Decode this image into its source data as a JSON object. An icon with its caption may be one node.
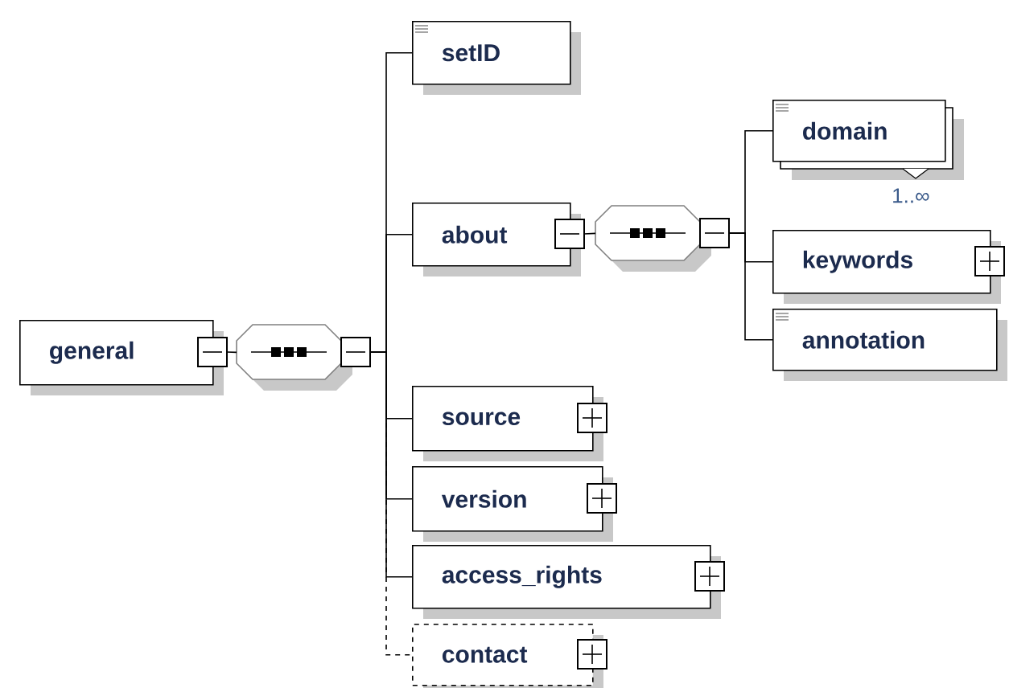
{
  "diagram": {
    "nodes": [
      {
        "text": [
          "general"
        ]
      },
      {
        "text": [],
        "shape": "octagon"
      },
      {
        "text": [
          "setID"
        ]
      },
      {
        "text": [
          "about"
        ]
      },
      {
        "text": [],
        "shape": "octagon"
      },
      {
        "text": [
          "domain"
        ],
        "beside": [
          "1..∞"
        ]
      },
      {
        "text": [
          "keywords"
        ]
      },
      {
        "text": [
          "annotation"
        ]
      },
      {
        "text": [
          "source"
        ]
      },
      {
        "text": [
          "version"
        ]
      },
      {
        "text": [
          "access_rights"
        ]
      },
      {
        "text": [
          "contact"
        ]
      }
    ],
    "edges": [
      {
        "from": 0,
        "to": 1,
        "arrow": "none"
      },
      {
        "from": 1,
        "to": 2,
        "arrow": "none"
      },
      {
        "from": 1,
        "to": 3,
        "arrow": "none"
      },
      {
        "from": 1,
        "to": 8,
        "arrow": "none"
      },
      {
        "from": 1,
        "to": 9,
        "arrow": "none"
      },
      {
        "from": 1,
        "to": 10,
        "arrow": "none"
      },
      {
        "from": 1,
        "to": 11,
        "arrow": "none",
        "style": "dashed"
      },
      {
        "from": 3,
        "to": 4,
        "arrow": "none"
      },
      {
        "from": 4,
        "to": 5,
        "arrow": "none"
      },
      {
        "from": 4,
        "to": 6,
        "arrow": "none"
      },
      {
        "from": 4,
        "to": 7,
        "arrow": "none"
      }
    ]
  }
}
